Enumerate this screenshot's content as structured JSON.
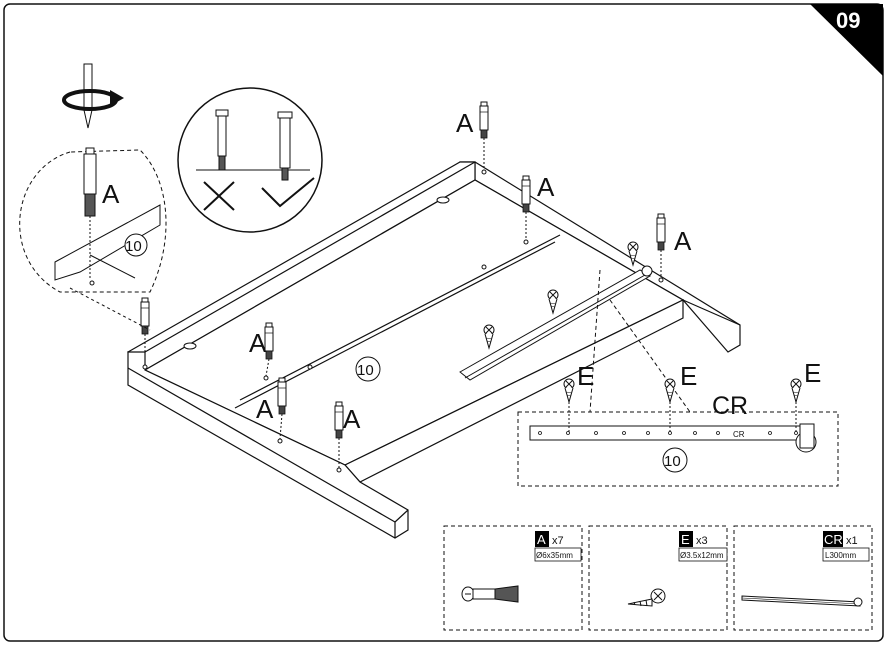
{
  "step": {
    "number": "09"
  },
  "callouts": {
    "panel_number": "10",
    "dowel_label": "A",
    "screw_label": "E",
    "rail_label": "CR",
    "rail_text": "CR"
  },
  "parts": [
    {
      "letter": "A",
      "qty": "x7",
      "spec": "Ø6x35mm",
      "icon": "cam-dowel-icon"
    },
    {
      "letter": "E",
      "qty": "x3",
      "spec": "Ø3.5x12mm",
      "icon": "screw-icon"
    },
    {
      "letter": "CR",
      "qty": "x1",
      "spec": "L300mm",
      "icon": "drawer-rail-icon"
    }
  ],
  "colors": {
    "ink": "#111111",
    "badge": "#000000",
    "paper": "#ffffff"
  }
}
